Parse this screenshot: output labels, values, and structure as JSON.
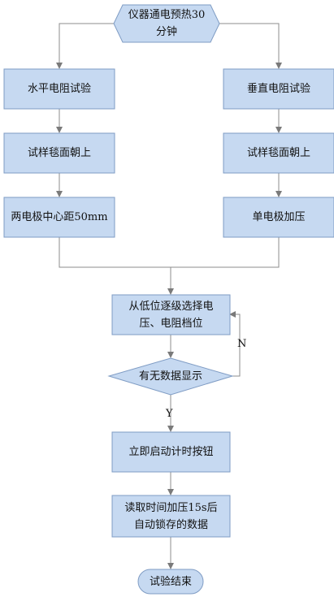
{
  "diagram": {
    "nodes": {
      "start": "仪器通电预热30\n分钟",
      "h1": "水平电阻试验",
      "h2": "试样毯面朝上",
      "h3": "两电极中心距50mm",
      "v1": "垂直电阻试验",
      "v2": "试样毯面朝上",
      "v3": "单电极加压",
      "select": "从低位逐级选择电\n压、电阻档位",
      "decision": "有无数据显示",
      "timer": "立即启动计时按钮",
      "read": "读取时间加压15s后\n自动锁存的数据",
      "end": "试验结束"
    },
    "edge_labels": {
      "no": "N",
      "yes": "Y"
    }
  }
}
